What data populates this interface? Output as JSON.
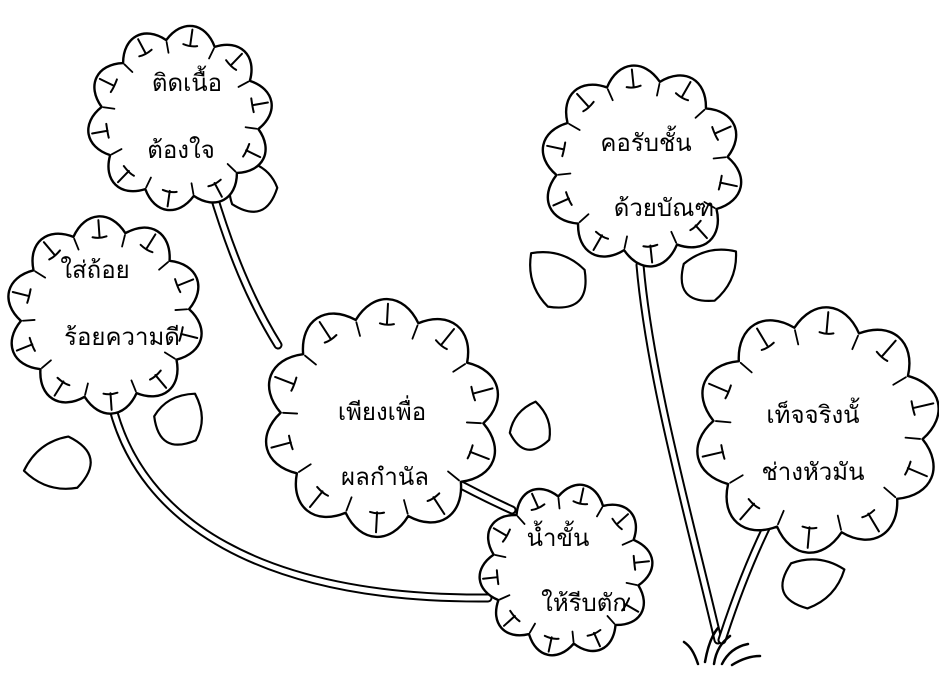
{
  "flowers": [
    {
      "line1": "ติดเนื้อ",
      "line2": "ต้องใจ"
    },
    {
      "line1": "ใส่ถ้อย",
      "line2": "ร้อยความดี"
    },
    {
      "line1": "เพียงเพื่อ",
      "line2": "ผลกำนัล"
    },
    {
      "line1": "น้ำขั้น",
      "line2": "ให้รีบตัก"
    },
    {
      "line1": "คอรับชั้น",
      "line2": "ด้วยบัณฑ"
    },
    {
      "line1": "เท็จจริงนั้",
      "line2": "ช่างหัวมัน"
    }
  ],
  "colors": {
    "ink": "#000000",
    "paper": "#ffffff"
  }
}
